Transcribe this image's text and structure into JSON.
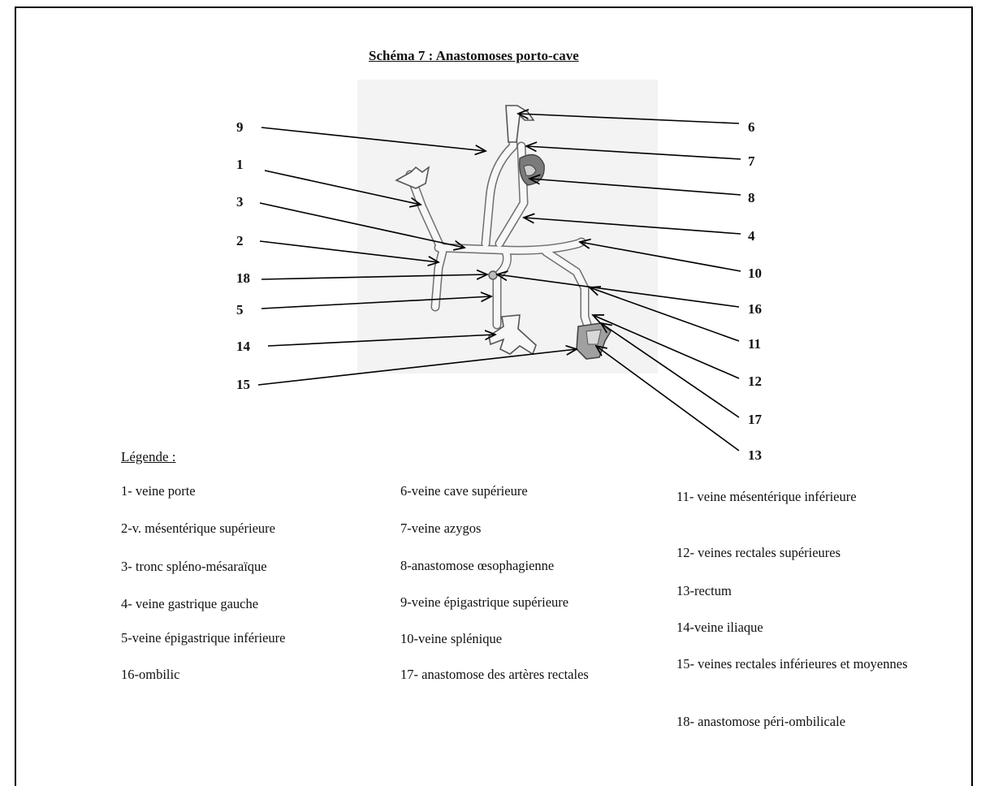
{
  "title": "Schéma 7 : Anastomoses porto-cave",
  "labels": {
    "n1": "1",
    "n2": "2",
    "n3": "3",
    "n4": "4",
    "n5": "5",
    "n6": "6",
    "n7": "7",
    "n8": "8",
    "n9": "9",
    "n10": "10",
    "n11": "11",
    "n12": "12",
    "n13": "13",
    "n14": "14",
    "n15": "15",
    "n16": "16",
    "n17": "17",
    "n18": "18"
  },
  "legend": {
    "title": "Légende :",
    "col1": [
      "1- veine porte",
      "2-v. mésentérique supérieure",
      "3- tronc spléno-mésaraïque",
      "4- veine gastrique gauche",
      "5-veine épigastrique inférieure",
      "16-ombilic"
    ],
    "col2": [
      "6-veine cave supérieure",
      "7-veine azygos",
      "8-anastomose œsophagienne",
      "9-veine épigastrique supérieure",
      "10-veine splénique",
      "17- anastomose des artères rectales"
    ],
    "col3": [
      "11- veine mésentérique inférieure",
      "12- veines rectales supérieures",
      "13-rectum",
      "14-veine iliaque",
      "15- veines rectales inférieures et moyennes",
      "18- anastomose péri-ombilicale"
    ]
  }
}
